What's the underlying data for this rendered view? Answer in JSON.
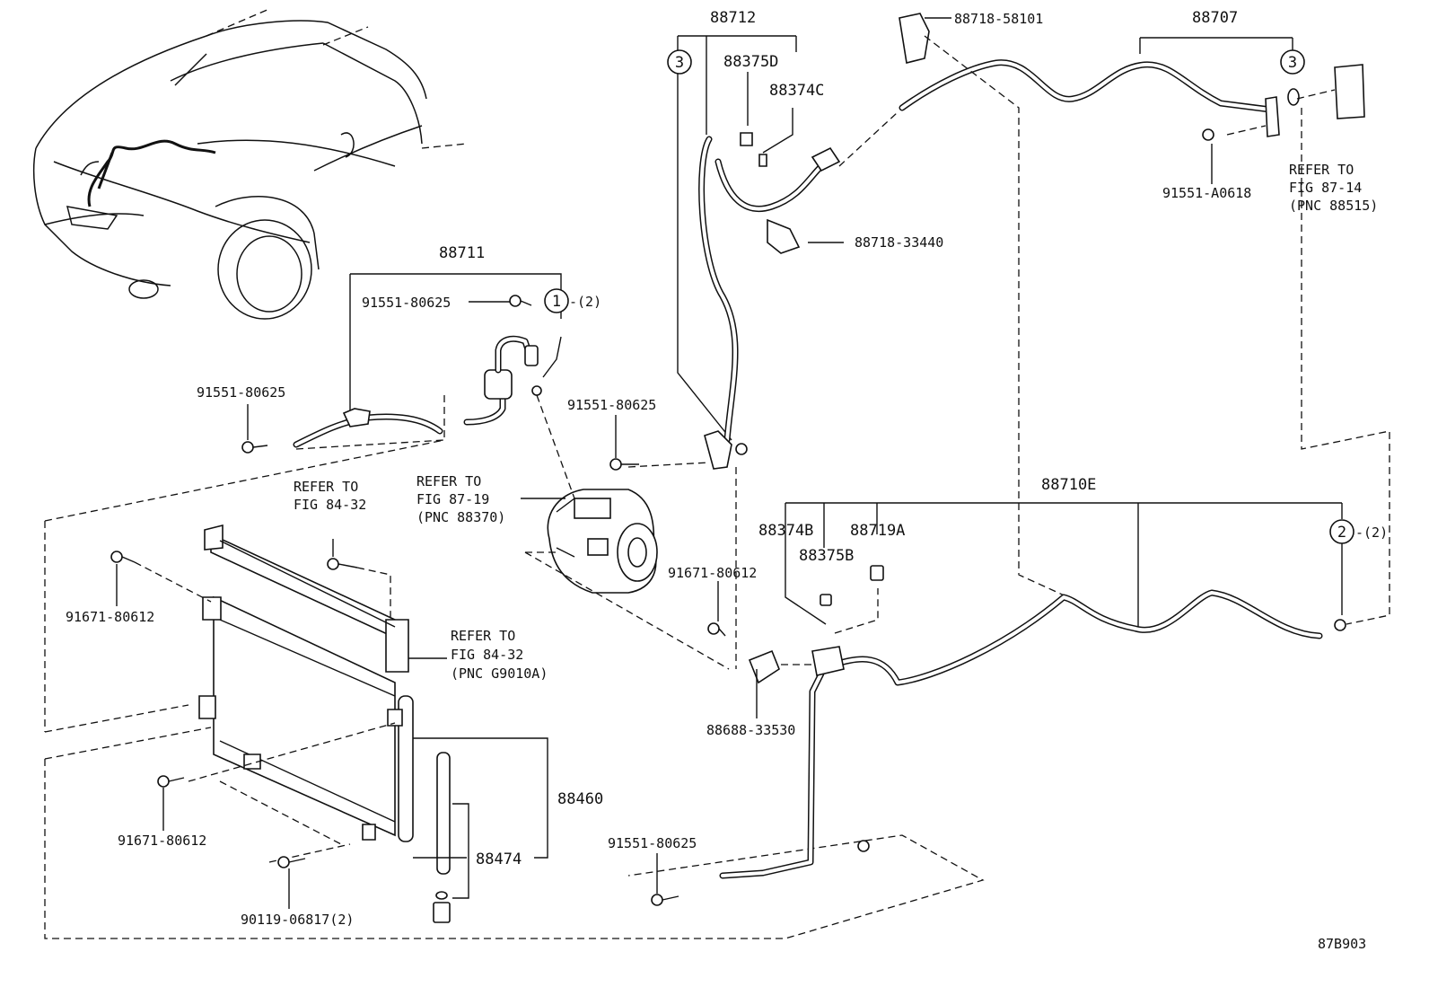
{
  "labels": {
    "p88712": "88712",
    "p88718_58101": "88718-58101",
    "p88707": "88707",
    "p88375D": "88375D",
    "p88374C": "88374C",
    "p88718_33440": "88718-33440",
    "p91551_A0618": "91551-A0618",
    "p88711": "88711",
    "p91551_80625_a": "91551-80625",
    "p91551_80625_b": "91551-80625",
    "p91551_80625_c": "91551-80625",
    "p91551_80625_d": "91551-80625",
    "p88710E": "88710E",
    "p88374B": "88374B",
    "p88719A": "88719A",
    "p88375B": "88375B",
    "p91671_80612_a": "91671-80612",
    "p91671_80612_b": "91671-80612",
    "p91671_80612_c": "91671-80612",
    "p88688_33530": "88688-33530",
    "p88460": "88460",
    "p88474": "88474",
    "p90119_06817": "90119-06817(2)",
    "qty_2": "-(2)",
    "qty_2b": "-(2)"
  },
  "callouts": {
    "c1": "1",
    "c2": "2",
    "c3a": "3",
    "c3b": "3"
  },
  "references": {
    "ref_87_14": {
      "line1": "REFER TO",
      "line2": "FIG 87-14",
      "line3": "(PNC 88515)"
    },
    "ref_87_19": {
      "line1": "REFER TO",
      "line2": "FIG 87-19",
      "line3": "(PNC 88370)"
    },
    "ref_84_32_top": {
      "line1": "REFER TO",
      "line2": "FIG 84-32"
    },
    "ref_84_32_side": {
      "line1": "REFER TO",
      "line2": "FIG 84-32",
      "line3": "(PNC G9010A)"
    }
  },
  "figure_code": "87B903"
}
